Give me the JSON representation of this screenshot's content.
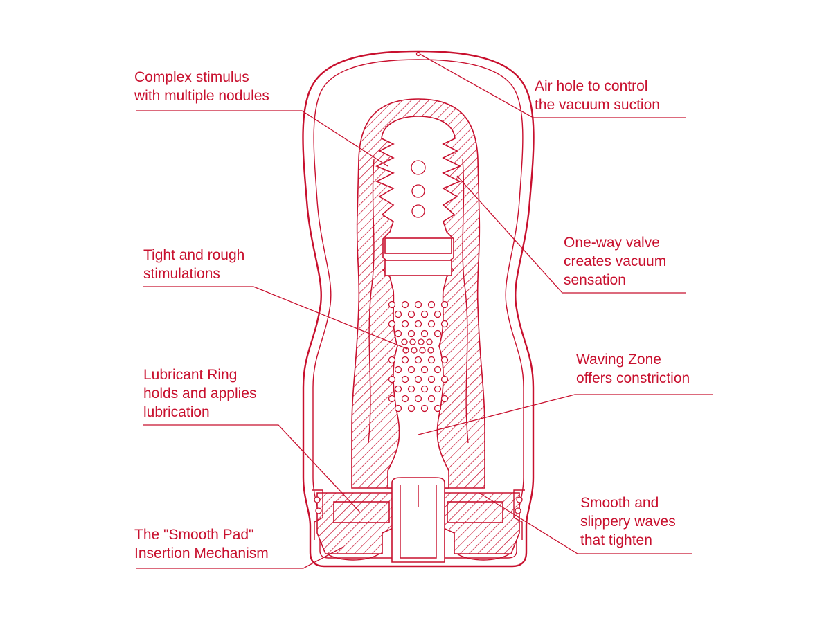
{
  "accent_color": "#c8102e",
  "background_color": "#ffffff",
  "callouts": [
    {
      "id": "complex-stimulus",
      "lines": [
        "Complex stimulus",
        "with multiple nodules"
      ]
    },
    {
      "id": "air-hole",
      "lines": [
        "Air hole to control",
        "the vacuum suction"
      ]
    },
    {
      "id": "tight-rough",
      "lines": [
        "Tight and rough",
        "stimulations"
      ]
    },
    {
      "id": "one-way-valve",
      "lines": [
        "One-way valve",
        "creates vacuum",
        "sensation"
      ]
    },
    {
      "id": "waving-zone",
      "lines": [
        "Waving Zone",
        "offers constriction"
      ]
    },
    {
      "id": "lubricant-ring",
      "lines": [
        "Lubricant Ring",
        "holds and applies",
        "lubrication"
      ]
    },
    {
      "id": "smooth-waves",
      "lines": [
        "Smooth and",
        "slippery waves",
        "that tighten"
      ]
    },
    {
      "id": "smooth-pad",
      "lines": [
        "The \"Smooth Pad\"",
        "Insertion Mechanism"
      ]
    }
  ]
}
